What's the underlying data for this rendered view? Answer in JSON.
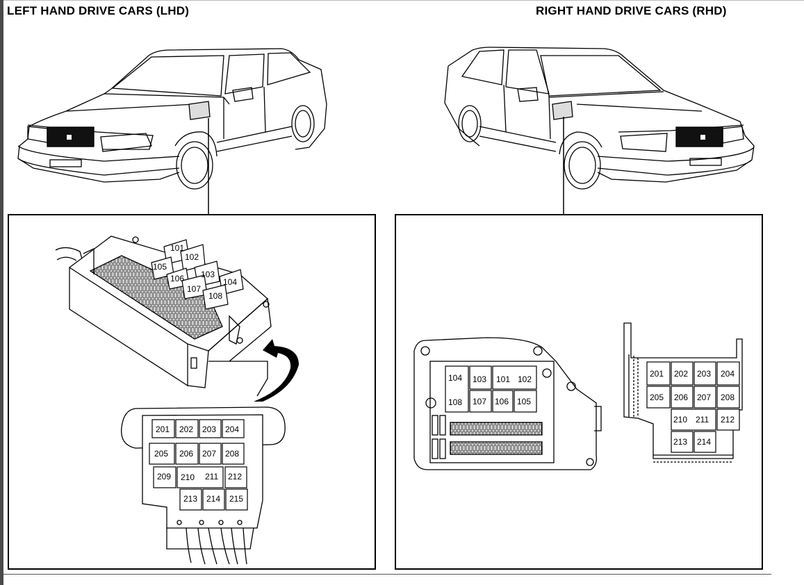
{
  "headings": {
    "lhd": "LEFT HAND DRIVE CARS (LHD)",
    "rhd": "RIGHT HAND DRIVE CARS (RHD)"
  },
  "lhd": {
    "relays_100": [
      "101",
      "102",
      "103",
      "104",
      "105",
      "106",
      "107",
      "108"
    ],
    "fuses_200": [
      "201",
      "202",
      "203",
      "204",
      "205",
      "206",
      "207",
      "208",
      "209",
      "210",
      "211",
      "212",
      "213",
      "214",
      "215"
    ]
  },
  "rhd": {
    "relays_100": [
      "101",
      "102",
      "103",
      "104",
      "105",
      "106",
      "107",
      "108"
    ],
    "fuses_200": [
      "201",
      "202",
      "203",
      "204",
      "205",
      "206",
      "207",
      "208",
      "210",
      "211",
      "212",
      "213",
      "214"
    ]
  }
}
